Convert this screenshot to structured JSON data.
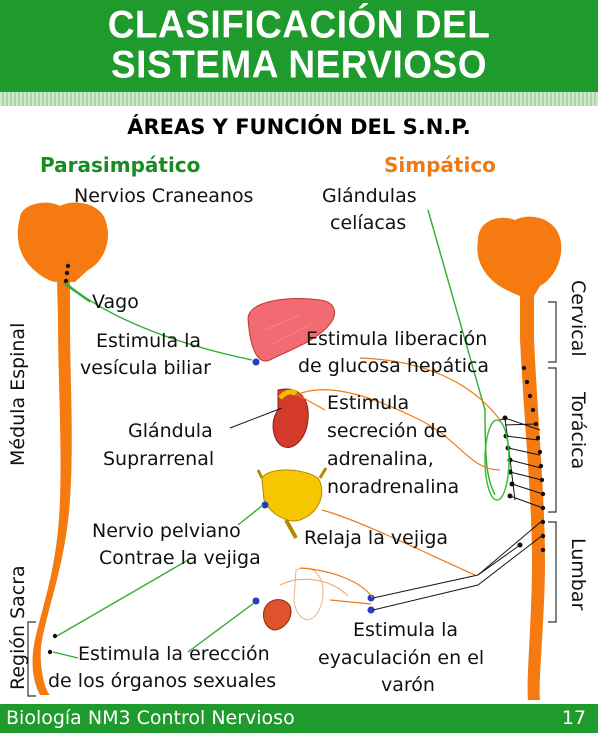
{
  "header": {
    "title_line1": "CLASIFICACIÓN DEL",
    "title_line2": "SISTEMA NERVIOSO"
  },
  "subtitle": "ÁREAS Y FUNCIÓN DEL S.N.P.",
  "left_heading": "Parasimpático",
  "right_heading": "Simpático",
  "labels": {
    "cranial": "Nervios Craneanos",
    "celiac_1": "Glándulas",
    "celiac_2": "celíacas",
    "vago": "Vago",
    "gallbladder_1": "Estimula la",
    "gallbladder_2": "vesícula biliar",
    "glucose_1": "Estimula liberación",
    "glucose_2": "de glucosa hepática",
    "adrenal_1": "Glándula",
    "adrenal_2": "Suprarrenal",
    "adrenaline_1": "Estimula",
    "adrenaline_2": "secreción de",
    "adrenaline_3": "adrenalina,",
    "adrenaline_4": "noradrenalina",
    "pelvic_1": "Nervio pelviano",
    "pelvic_2": "Contrae la vejiga",
    "relax": "Relaja la vejiga",
    "erection_1": "Estimula la erección",
    "erection_2": "de los órganos sexuales",
    "ejac_1": "Estimula la",
    "ejac_2": "eyaculación en el",
    "ejac_3": "varón"
  },
  "vertical_labels": {
    "spinal": "Médula Espinal",
    "sacral": "Región Sacra",
    "cervical": "Cervical",
    "thoracic": "Torácica",
    "lumbar": "Lumbar"
  },
  "footer": {
    "left": "Biología NM3  Control Nervioso",
    "page": "17"
  },
  "colors": {
    "green": "#1f9a2c",
    "orange": "#f07a12"
  }
}
